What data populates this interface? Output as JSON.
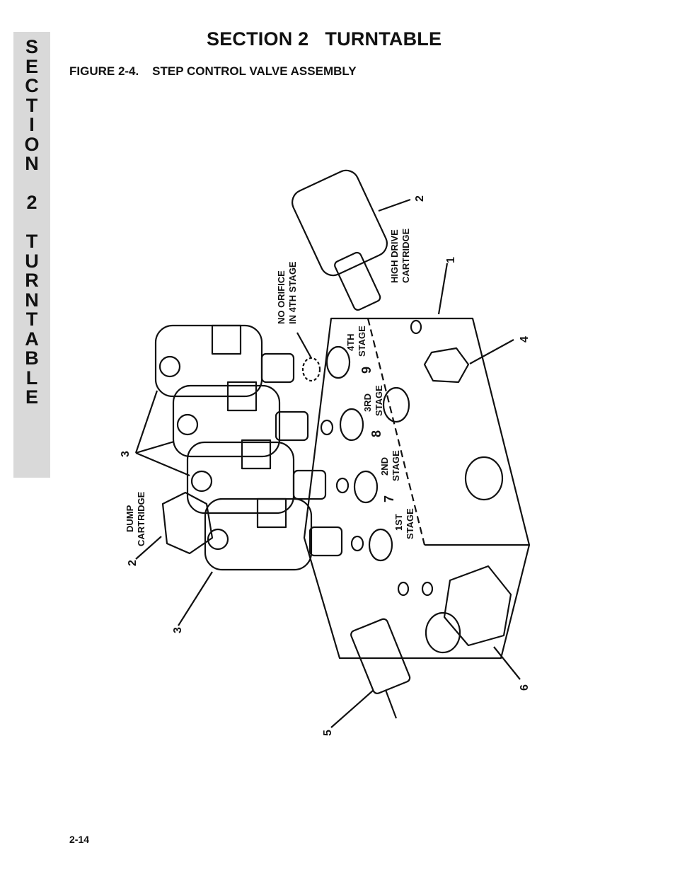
{
  "side_tab": {
    "letters": [
      "S",
      "E",
      "C",
      "T",
      "I",
      "O",
      "N",
      " ",
      "2",
      " ",
      "T",
      "U",
      "R",
      "N",
      "T",
      "A",
      "B",
      "L",
      "E"
    ]
  },
  "header": {
    "title": "SECTION 2   TURNTABLE"
  },
  "figure": {
    "caption": "FIGURE 2-4.    STEP CONTROL VALVE ASSEMBLY",
    "labels": {
      "no_orifice_l1": "NO ORIFICE",
      "no_orifice_l2": "IN 4TH STAGE",
      "high_drive_l1": "HIGH DRIVE",
      "high_drive_l2": "CARTRIDGE",
      "dump_l1": "DUMP",
      "dump_l2": "CARTRIDGE",
      "stage_4_l1": "4TH",
      "stage_4_l2": "STAGE",
      "stage_3_l1": "3RD",
      "stage_3_l2": "STAGE",
      "stage_2_l1": "2ND",
      "stage_2_l2": "STAGE",
      "stage_1_l1": "1ST",
      "stage_1_l2": "STAGE",
      "num_1": "1",
      "num_2a": "2",
      "num_2b": "2",
      "num_3a": "3",
      "num_3b": "3",
      "num_4": "4",
      "num_5": "5",
      "num_6": "6",
      "num_7": "7",
      "num_8": "8",
      "num_9": "9"
    }
  },
  "footer": {
    "page_number": "2-14"
  }
}
